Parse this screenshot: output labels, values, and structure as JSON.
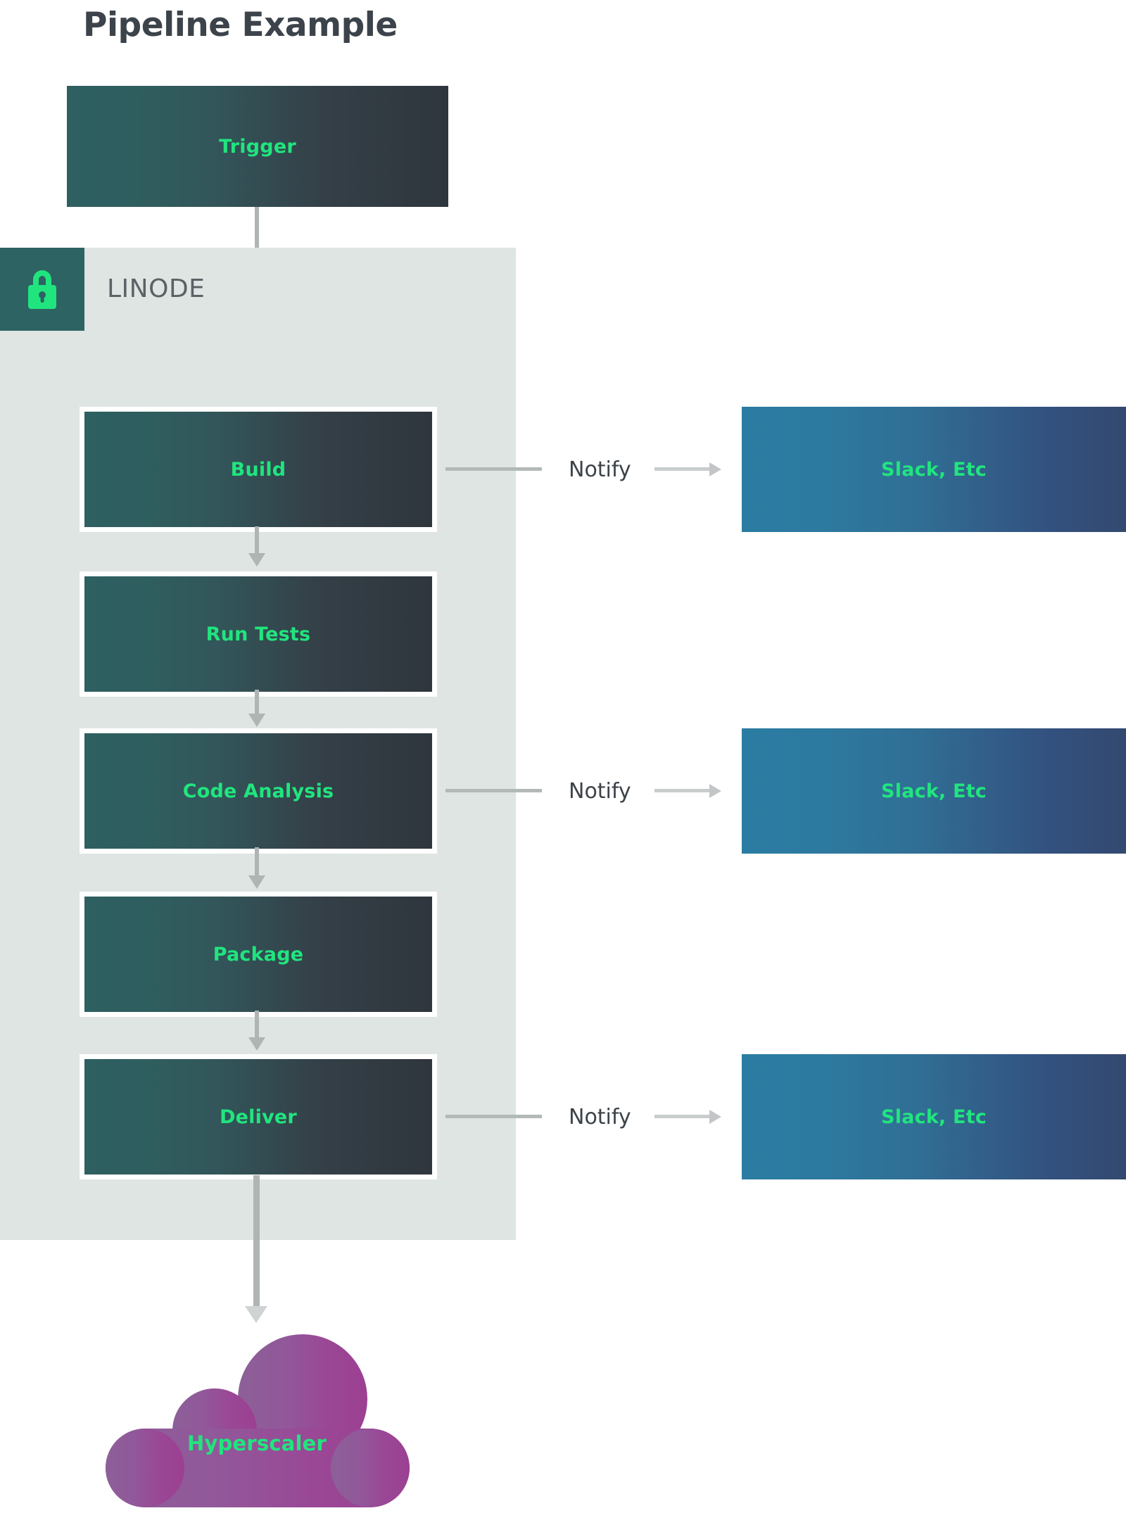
{
  "page": {
    "title": "Pipeline Example",
    "bg": "#ffffff"
  },
  "colors": {
    "accent_green": "#20e57e",
    "title_gray": "#3c434a",
    "zone_bg": "#dee5e3",
    "zone_badge": "#2d6363",
    "stage_gradient_from": "#2e5f61",
    "stage_gradient_to": "#2f363d",
    "notify_gradient_from": "#2b7ca3",
    "notify_gradient_to": "#33496f",
    "cloud_gradient_from": "#8d6196",
    "cloud_gradient_to": "#9c3f92",
    "connector_gray": "#b0b4b4",
    "label_gray": "#5c6166"
  },
  "trigger": {
    "label": "Trigger"
  },
  "zone": {
    "name": "LINODE",
    "icon": "lock-icon"
  },
  "stages": [
    {
      "id": "build",
      "label": "Build"
    },
    {
      "id": "run-tests",
      "label": "Run Tests"
    },
    {
      "id": "code-analysis",
      "label": "Code Analysis"
    },
    {
      "id": "package",
      "label": "Package"
    },
    {
      "id": "deliver",
      "label": "Deliver"
    }
  ],
  "notifications": [
    {
      "edge_label": "Notify",
      "target_label": "Slack, Etc",
      "from_stage": "build"
    },
    {
      "edge_label": "Notify",
      "target_label": "Slack, Etc",
      "from_stage": "code-analysis"
    },
    {
      "edge_label": "Notify",
      "target_label": "Slack, Etc",
      "from_stage": "deliver"
    }
  ],
  "cloud": {
    "label": "Hyperscaler"
  }
}
